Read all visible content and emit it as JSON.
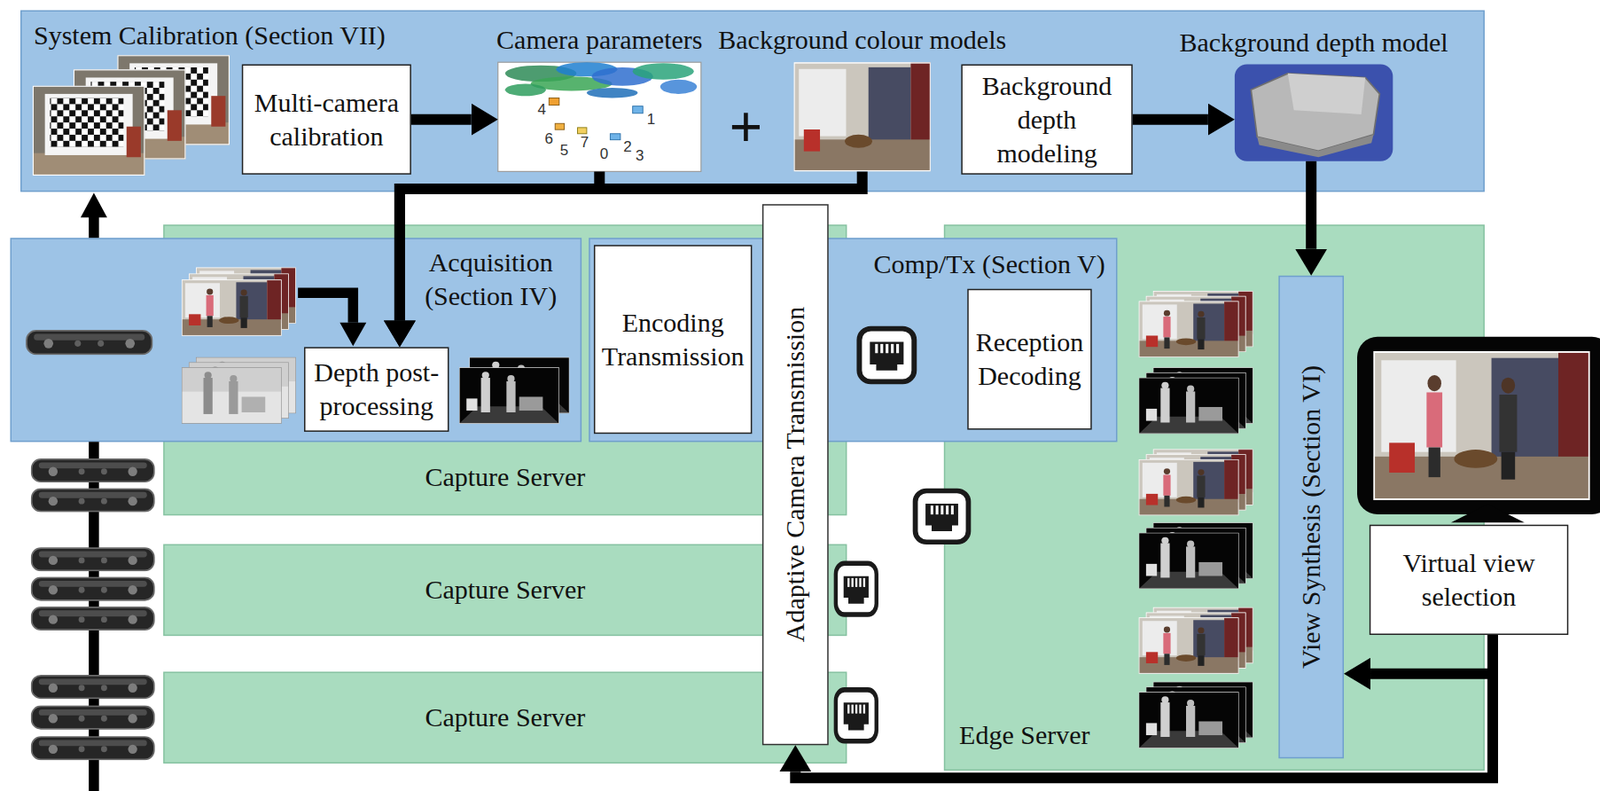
{
  "diagram": {
    "nodes": [
      {
        "text": [
          "System Calibration (Section VII)"
        ]
      },
      {
        "text": [
          "Multi-camera calibration"
        ],
        "in": 0
      },
      {
        "text": [
          "Camera parameters"
        ],
        "in": 0
      },
      {
        "text": [
          "Background colour models"
        ],
        "in": 0
      },
      {
        "text": [
          "Background depth modeling"
        ],
        "in": 0
      },
      {
        "text": [
          "Background depth model"
        ],
        "in": 0
      },
      {
        "text": [
          "Capture Server"
        ]
      },
      {
        "text": [
          "Acquisition (Section IV)"
        ]
      },
      {
        "text": [
          "Depth post-processing"
        ],
        "in": 7
      },
      {
        "text": [
          "Comp/Tx (Section V)"
        ]
      },
      {
        "text": [
          "Encoding Transmission"
        ],
        "in": 9
      },
      {
        "text": [
          "Reception Decoding"
        ],
        "in": 9
      },
      {
        "text": [
          "Capture Server"
        ]
      },
      {
        "text": [
          "Capture Server"
        ]
      },
      {
        "text": [
          "Adaptive Camera Transmission"
        ]
      },
      {
        "text": [
          "Edge Server"
        ]
      },
      {
        "text": [
          "View Synthesis (Section VI)"
        ],
        "in": 15
      },
      {
        "text": [
          "Virtual view selection"
        ]
      }
    ],
    "edges": [
      {
        "from": 1,
        "to": 2,
        "arrow": "to"
      },
      {
        "from": 2,
        "to": 8,
        "arrow": "to"
      },
      {
        "from": 3,
        "to": 8,
        "arrow": "to"
      },
      {
        "from": 4,
        "to": 5,
        "arrow": "to"
      },
      {
        "from": 5,
        "to": 16,
        "arrow": "to"
      },
      {
        "from": 17,
        "to": 16,
        "arrow": "to"
      },
      {
        "from": 17,
        "to": 14,
        "arrow": "to"
      }
    ],
    "labels": [
      "4",
      "1",
      "6",
      "7",
      "2",
      "5",
      "0",
      "3",
      "+"
    ]
  }
}
